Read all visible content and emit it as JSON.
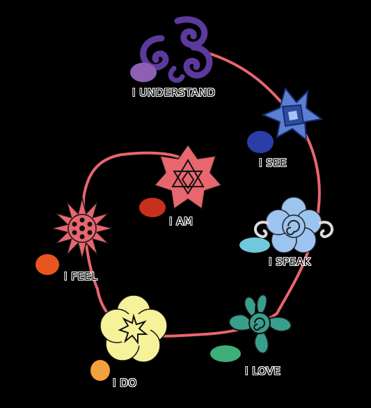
{
  "diagram": {
    "path_color": "#e8666e",
    "nodes": [
      {
        "id": "crown",
        "label": "I UNDERSTAND",
        "symbol_color": "#5b3a9c",
        "stone_color": "#8f5fb5",
        "symbol": "spiral-cluster-icon"
      },
      {
        "id": "third-eye",
        "label": "I SEE",
        "symbol_color": "#5b7fd4",
        "stone_color": "#2b3ea8",
        "symbol": "star-flower-icon"
      },
      {
        "id": "throat",
        "label": "I SPEAK",
        "symbol_color": "#9cc4f0",
        "stone_color": "#6fc8dc",
        "symbol": "swirl-flower-icon"
      },
      {
        "id": "heart",
        "label": "I LOVE",
        "symbol_color": "#3a9e8c",
        "stone_color": "#3fae78",
        "symbol": "loop-flower-icon"
      },
      {
        "id": "solar-plexus",
        "label": "I DO",
        "symbol_color": "#f6f29a",
        "stone_color": "#f2a23c",
        "symbol": "sun-flower-icon"
      },
      {
        "id": "sacral",
        "label": "I FEEL",
        "symbol_color": "#e8666e",
        "stone_color": "#e8551e",
        "symbol": "spiked-sun-icon"
      },
      {
        "id": "root",
        "label": "I AM",
        "symbol_color": "#e8666e",
        "stone_color": "#c8301e",
        "symbol": "star-lotus-icon"
      }
    ]
  }
}
